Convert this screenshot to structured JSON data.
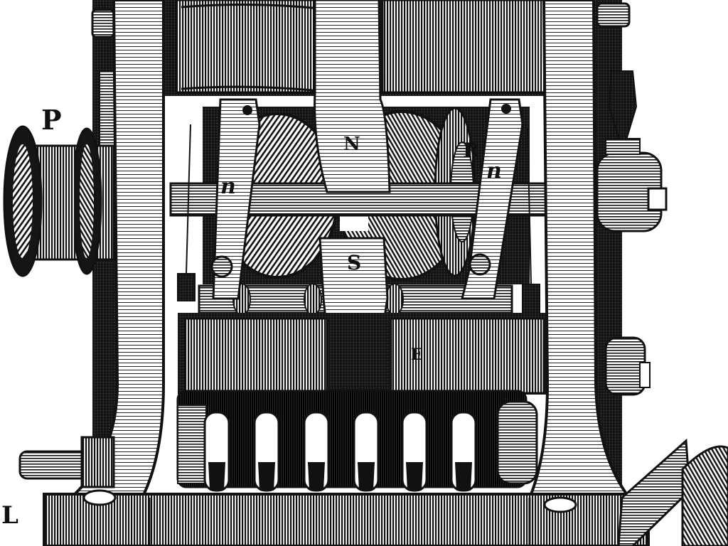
{
  "labels": {
    "p": "P",
    "n_upper": "N",
    "r": "R",
    "n_left": "n",
    "n_right": "n",
    "s": "S",
    "e": "E",
    "l": "L"
  },
  "colors": {
    "ink": "#111111",
    "paper": "#ffffff"
  }
}
